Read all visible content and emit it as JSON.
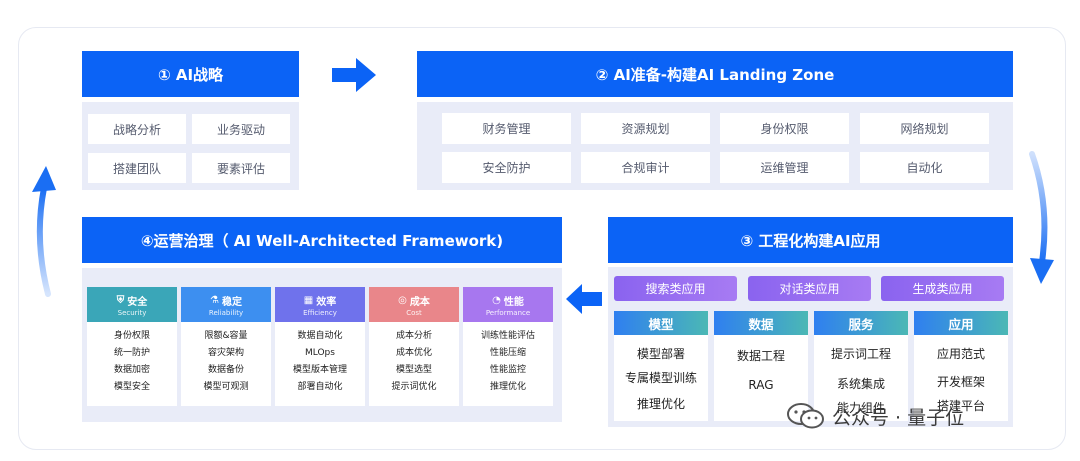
{
  "stage1": {
    "title": "① AI战略",
    "items": [
      "战略分析",
      "业务驱动",
      "搭建团队",
      "要素评估"
    ]
  },
  "stage2": {
    "title": "② AI准备-构建AI Landing Zone",
    "items": [
      "财务管理",
      "资源规划",
      "身份权限",
      "网络规划",
      "安全防护",
      "合规审计",
      "运维管理",
      "自动化"
    ]
  },
  "stage3": {
    "title": "③ 工程化构建AI应用",
    "apps": [
      "搜索类应用",
      "对话类应用",
      "生成类应用"
    ],
    "columns": [
      {
        "head": "模型",
        "items": [
          "模型部署",
          "专属模型训练",
          "推理优化"
        ]
      },
      {
        "head": "数据",
        "items": [
          "数据工程",
          "RAG"
        ]
      },
      {
        "head": "服务",
        "items": [
          "提示词工程",
          "系统集成",
          "能力组件"
        ]
      },
      {
        "head": "应用",
        "items": [
          "应用范式",
          "开发框架",
          "搭建平台"
        ]
      }
    ]
  },
  "stage4": {
    "title": "④运营治理（ AI Well-Architected Framework)",
    "pillars": [
      {
        "name": "安全",
        "en": "Security",
        "icon": "shield-icon",
        "color": "#3aa6b8",
        "items": [
          "身份权限",
          "统一防护",
          "数据加密",
          "模型安全"
        ]
      },
      {
        "name": "稳定",
        "en": "Reliability",
        "icon": "flask-icon",
        "color": "#3d8ff0",
        "items": [
          "限额&容量",
          "容灾架构",
          "数据备份",
          "模型可观测"
        ]
      },
      {
        "name": "效率",
        "en": "Efficiency",
        "icon": "grid-icon",
        "color": "#6f72ec",
        "items": [
          "数据自动化",
          "MLOps",
          "模型版本管理",
          "部署自动化"
        ]
      },
      {
        "name": "成本",
        "en": "Cost",
        "icon": "coin-icon",
        "color": "#e9868a",
        "items": [
          "成本分析",
          "成本优化",
          "模型选型",
          "提示词优化"
        ]
      },
      {
        "name": "性能",
        "en": "Performance",
        "icon": "gauge-icon",
        "color": "#a777ef",
        "items": [
          "训练性能评估",
          "性能压缩",
          "性能监控",
          "推理优化"
        ]
      }
    ]
  },
  "watermark": {
    "text": "公众号 · 量子位",
    "icon": "wechat-icon"
  }
}
